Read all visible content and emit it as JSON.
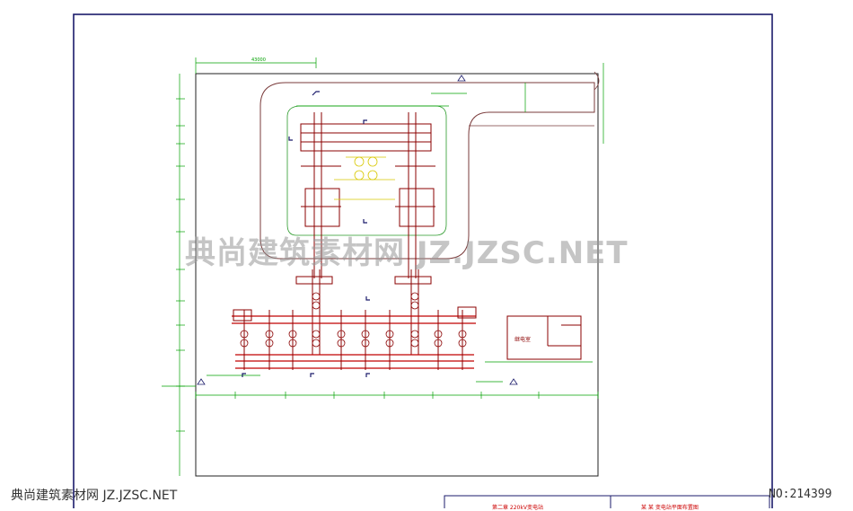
{
  "watermark": {
    "main": "典尚建筑素材网 JZ.JZSC.NET",
    "bottom_left": "典尚建筑素材网 JZ.JZSC.NET",
    "code": "NO:214399"
  },
  "title_block": {
    "left_text": "第二章  220kV变电站",
    "right_text": "某  某  变电站平面布置图"
  },
  "annotations": {
    "top_span": "43000",
    "room_label": "继电室"
  },
  "colors": {
    "frame": "#1b1b6b",
    "dimension": "#00a000",
    "equipment": "#8b0000",
    "busbar": "#c00000",
    "highlight": "#d8c800",
    "road": "#7a3b3b"
  }
}
